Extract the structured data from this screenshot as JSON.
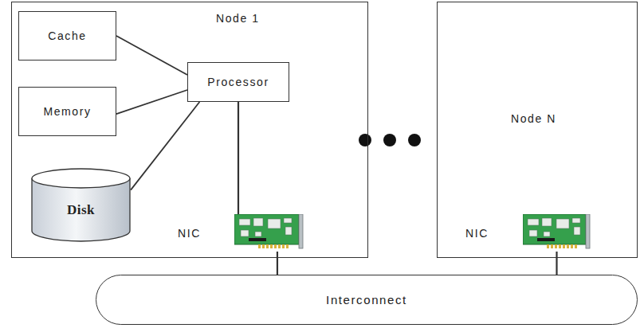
{
  "diagram": {
    "nodes": [
      {
        "text": [
          "Node 1"
        ]
      },
      {
        "text": [
          "Cache"
        ],
        "in": 0
      },
      {
        "text": [
          "Processor"
        ],
        "in": 0
      },
      {
        "text": [
          "Memory"
        ],
        "in": 0
      },
      {
        "text": [
          "Disk"
        ],
        "in": 0
      },
      {
        "text": [
          "NIC"
        ],
        "in": 0
      },
      {
        "text": [
          "Node N"
        ]
      },
      {
        "text": [
          "NIC"
        ],
        "in": 6
      },
      {
        "text": [
          "Interconnect"
        ]
      }
    ],
    "edges": [
      {
        "from": 1,
        "to": 2,
        "arrow": "none"
      },
      {
        "from": 3,
        "to": 2,
        "arrow": "none"
      },
      {
        "from": 4,
        "to": 2,
        "arrow": "none"
      },
      {
        "from": 2,
        "to": 5,
        "arrow": "none"
      },
      {
        "from": 5,
        "to": 8,
        "arrow": "none"
      },
      {
        "from": 7,
        "to": 8,
        "arrow": "none"
      }
    ]
  }
}
